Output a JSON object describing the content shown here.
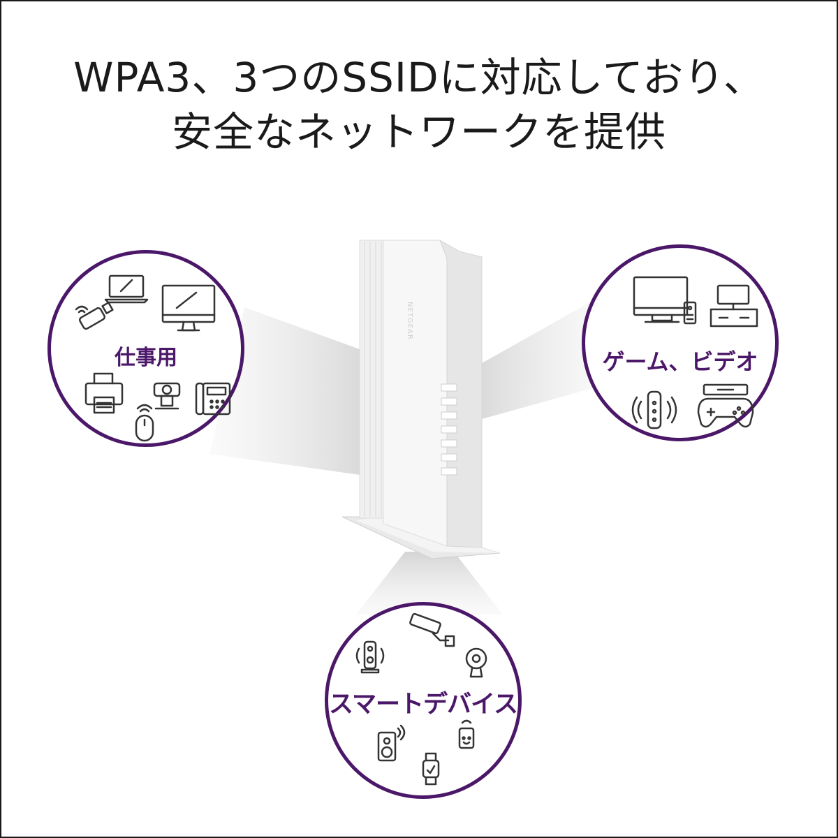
{
  "headline": {
    "line1": "WPA3、3つのSSIDに対応しており、",
    "line2": "安全なネットワークを提供"
  },
  "router": {
    "brand": "NETGEAR"
  },
  "circles": {
    "work": {
      "label": "仕事用"
    },
    "game": {
      "label": "ゲーム、ビデオ"
    },
    "smart": {
      "label": "スマートデバイス"
    }
  },
  "colors": {
    "accent": "#4b1768",
    "text": "#1a1a1a",
    "icon": "#333333"
  }
}
